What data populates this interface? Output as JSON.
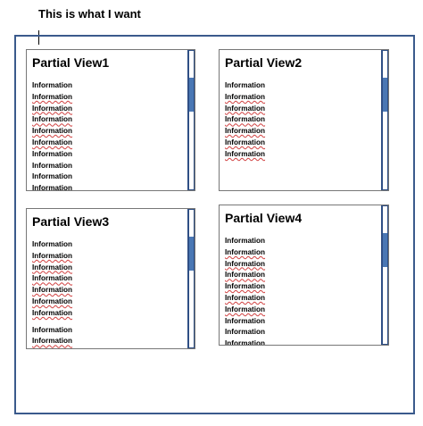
{
  "caption": "This is what I want",
  "panels": [
    {
      "title": "Partial View1",
      "items": [
        {
          "text": "Information",
          "underline": false
        },
        {
          "text": "Information",
          "underline": true
        },
        {
          "text": "Information",
          "underline": true
        },
        {
          "text": "Information",
          "underline": true
        },
        {
          "text": "Information",
          "underline": true
        },
        {
          "text": "Information",
          "underline": true
        },
        {
          "text": "Information",
          "underline": false
        },
        {
          "text": "Information",
          "underline": false
        },
        {
          "text": "Information",
          "underline": false
        },
        {
          "text": "Information",
          "underline": false
        }
      ]
    },
    {
      "title": "Partial View2",
      "items": [
        {
          "text": "Information",
          "underline": false
        },
        {
          "text": "Information",
          "underline": true
        },
        {
          "text": "Information",
          "underline": true
        },
        {
          "text": "Information",
          "underline": true
        },
        {
          "text": "Information",
          "underline": true
        },
        {
          "text": "Information",
          "underline": true
        },
        {
          "text": "Information",
          "underline": true
        }
      ]
    },
    {
      "title": "Partial View3",
      "items": [
        {
          "text": "Information",
          "underline": false
        },
        {
          "text": "Information",
          "underline": true
        },
        {
          "text": "Information",
          "underline": true
        },
        {
          "text": "Information",
          "underline": true
        },
        {
          "text": "Information",
          "underline": true
        },
        {
          "text": "Information",
          "underline": true
        },
        {
          "text": "Information",
          "underline": true
        },
        {
          "text": "",
          "gap": true
        },
        {
          "text": "Information",
          "underline": false
        },
        {
          "text": "Information",
          "underline": true
        }
      ]
    },
    {
      "title": "Partial View4",
      "items": [
        {
          "text": "Information",
          "underline": false
        },
        {
          "text": "Information",
          "underline": true
        },
        {
          "text": "Information",
          "underline": true
        },
        {
          "text": "Information",
          "underline": true
        },
        {
          "text": "Information",
          "underline": true
        },
        {
          "text": "Information",
          "underline": true
        },
        {
          "text": "Information",
          "underline": true
        },
        {
          "text": "Information",
          "underline": false
        },
        {
          "text": "Information",
          "underline": false
        },
        {
          "text": "Information",
          "underline": false
        }
      ]
    }
  ]
}
